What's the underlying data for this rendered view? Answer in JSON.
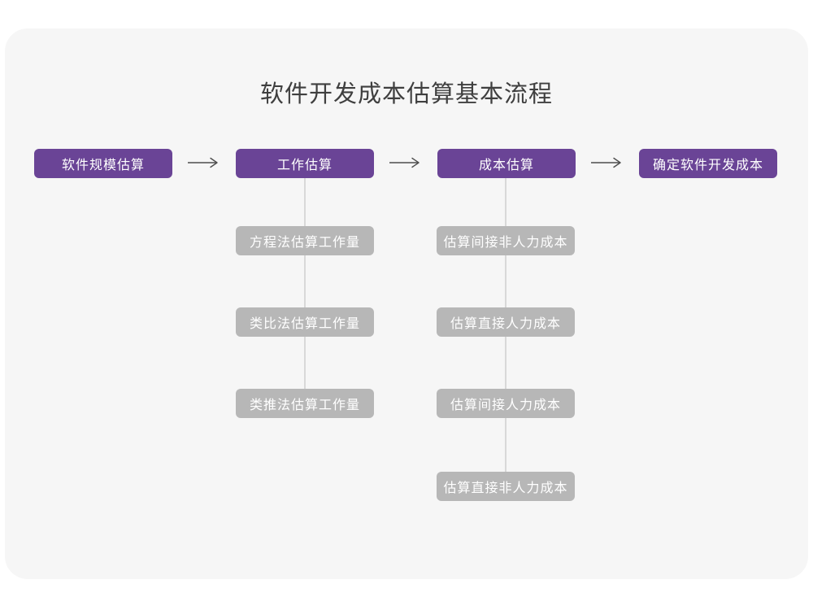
{
  "title": "软件开发成本估算基本流程",
  "colors": {
    "accent": "#6a4496",
    "muted_node": "#b7b7b7",
    "card_bg": "#f6f6f6",
    "arrow": "#4d4d4d",
    "connector": "#d8d8d8",
    "title_color": "#3f3f3f"
  },
  "flow": {
    "steps": [
      {
        "label": "软件规模估算"
      },
      {
        "label": "工作估算"
      },
      {
        "label": "成本估算"
      },
      {
        "label": "确定软件开发成本"
      }
    ]
  },
  "work_estimation_methods": {
    "items": [
      {
        "label": "方程法估算工作量"
      },
      {
        "label": "类比法估算工作量"
      },
      {
        "label": "类推法估算工作量"
      }
    ]
  },
  "cost_estimation_steps": {
    "items": [
      {
        "label": "估算间接非人力成本"
      },
      {
        "label": "估算直接人力成本"
      },
      {
        "label": "估算间接人力成本"
      },
      {
        "label": "估算直接非人力成本"
      }
    ]
  }
}
